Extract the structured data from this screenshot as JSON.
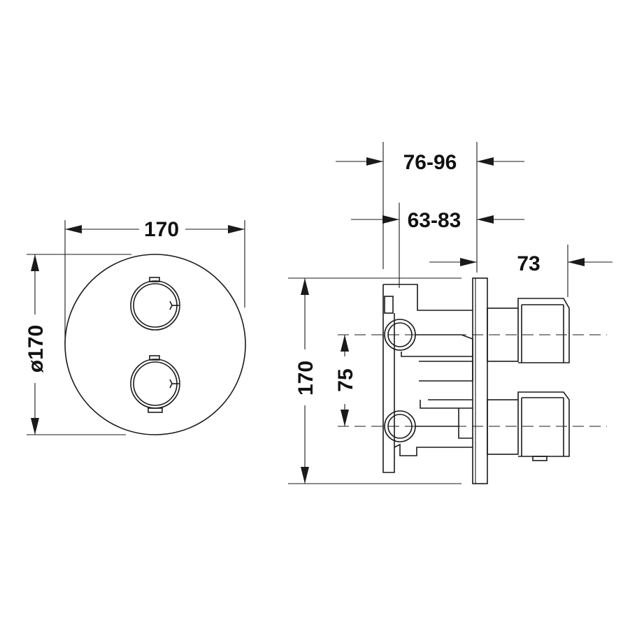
{
  "front_view": {
    "width_label": "170",
    "diameter_label": "ø170"
  },
  "side_view": {
    "height_label": "170",
    "spacing_label": "75",
    "depth_outer_label": "76-96",
    "depth_inner_label": "63-83",
    "projection_label": "73"
  },
  "colors": {
    "line": "#1a1a1a",
    "background": "#ffffff"
  }
}
